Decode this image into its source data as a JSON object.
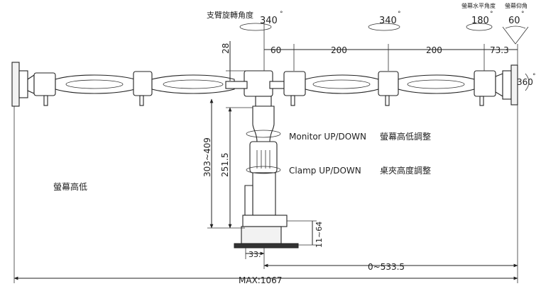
{
  "labels": {
    "swivel_angle": "支臂旋轉角度",
    "screen_horizontal_angle": "螢幕水平角度",
    "screen_tilt_angle": "螢幕仰角",
    "screen_height": "螢幕高低",
    "monitor_updown": "Monitor UP/DOWN",
    "monitor_updown_zh": "螢幕高低調整",
    "clamp_updown": "Clamp UP/DOWN",
    "clamp_updown_zh": "桌夾高度調整"
  },
  "angles": {
    "a1": "340",
    "a2": "340",
    "a3": "180",
    "a4": "60",
    "a5": "360",
    "degree_mark": "°"
  },
  "dimensions": {
    "d60": "60",
    "d200_left": "200",
    "d200_right": "200",
    "d73": "73.3",
    "d28": "28",
    "d303": "303~409",
    "d251": "251.5",
    "d1164": "11~64",
    "d33": "33.",
    "d0533": "0~533.5",
    "max": "MAX:1067"
  }
}
